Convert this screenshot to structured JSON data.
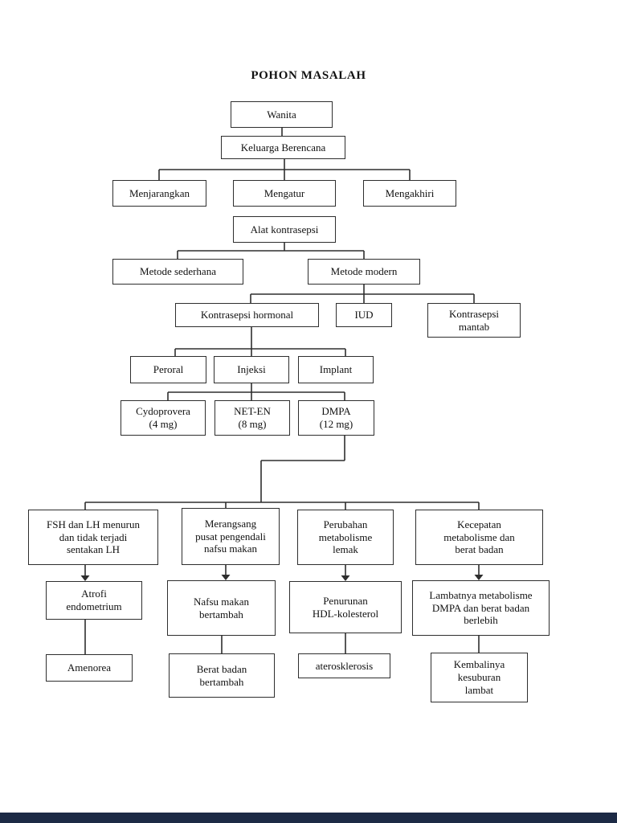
{
  "title": "POHON MASALAH",
  "colors": {
    "page_background": "#ffffff",
    "box_border": "#2e2e2e",
    "connector_line": "#2e2e2e",
    "footer_bar": "#1c2a45"
  },
  "diagram": {
    "nodes": [
      {
        "id": "wanita",
        "label": "Wanita"
      },
      {
        "id": "keluarga-berencana",
        "label": "Keluarga Berencana"
      },
      {
        "id": "menjarangkan",
        "label": "Menjarangkan"
      },
      {
        "id": "mengatur",
        "label": "Mengatur"
      },
      {
        "id": "mengakhiri",
        "label": "Mengakhiri"
      },
      {
        "id": "alat-kontrasepsi",
        "label": "Alat kontrasepsi"
      },
      {
        "id": "metode-sederhana",
        "label": "Metode sederhana"
      },
      {
        "id": "metode-modern",
        "label": "Metode modern"
      },
      {
        "id": "kontrasepsi-hormonal",
        "label": "Kontrasepsi hormonal"
      },
      {
        "id": "iud",
        "label": "IUD"
      },
      {
        "id": "kontrasepsi-mantab",
        "label": "Kontrasepsi\nmantab"
      },
      {
        "id": "peroral",
        "label": "Peroral"
      },
      {
        "id": "injeksi",
        "label": "Injeksi"
      },
      {
        "id": "implant",
        "label": "Implant"
      },
      {
        "id": "cydoprovera",
        "label": "Cydoprovera\n(4 mg)"
      },
      {
        "id": "net-en",
        "label": "NET-EN\n(8 mg)"
      },
      {
        "id": "dmpa",
        "label": "DMPA\n(12 mg)"
      },
      {
        "id": "fsh-lh",
        "label": "FSH dan LH menurun\ndan tidak terjadi\nsentakan LH"
      },
      {
        "id": "merangsang",
        "label": "Merangsang\npusat pengendali\nnafsu makan"
      },
      {
        "id": "perubahan",
        "label": "Perubahan\nmetabolisme\nlemak"
      },
      {
        "id": "kecepatan",
        "label": "Kecepatan\nmetabolisme dan\nberat badan"
      },
      {
        "id": "atrofi",
        "label": "Atrofi\nendometrium"
      },
      {
        "id": "nafsu-makan",
        "label": "Nafsu makan\nbertambah"
      },
      {
        "id": "penurunan-hdl",
        "label": "Penurunan\nHDL-kolesterol"
      },
      {
        "id": "lambatnya",
        "label": "Lambatnya metabolisme\nDMPA dan berat badan\nberlebih"
      },
      {
        "id": "amenorea",
        "label": "Amenorea"
      },
      {
        "id": "berat-badan",
        "label": "Berat badan\nbertambah"
      },
      {
        "id": "aterosklerosis",
        "label": "aterosklerosis"
      },
      {
        "id": "kembalinya",
        "label": "Kembalinya\nkesuburan\nlambat"
      }
    ],
    "edges": [
      {
        "from": "wanita",
        "to": "keluarga-berencana",
        "arrow": false
      },
      {
        "from": "keluarga-berencana",
        "to": "menjarangkan",
        "arrow": false
      },
      {
        "from": "keluarga-berencana",
        "to": "mengatur",
        "arrow": false
      },
      {
        "from": "keluarga-berencana",
        "to": "mengakhiri",
        "arrow": false
      },
      {
        "from": "alat-kontrasepsi",
        "to": "metode-sederhana",
        "arrow": false
      },
      {
        "from": "alat-kontrasepsi",
        "to": "metode-modern",
        "arrow": false
      },
      {
        "from": "metode-modern",
        "to": "kontrasepsi-hormonal",
        "arrow": false
      },
      {
        "from": "metode-modern",
        "to": "iud",
        "arrow": false
      },
      {
        "from": "metode-modern",
        "to": "kontrasepsi-mantab",
        "arrow": false
      },
      {
        "from": "kontrasepsi-hormonal",
        "to": "peroral",
        "arrow": false
      },
      {
        "from": "kontrasepsi-hormonal",
        "to": "injeksi",
        "arrow": false
      },
      {
        "from": "kontrasepsi-hormonal",
        "to": "implant",
        "arrow": false
      },
      {
        "from": "injeksi",
        "to": "cydoprovera",
        "arrow": false
      },
      {
        "from": "injeksi",
        "to": "net-en",
        "arrow": false
      },
      {
        "from": "injeksi",
        "to": "dmpa",
        "arrow": false
      },
      {
        "from": "dmpa",
        "to": "fsh-lh",
        "arrow": false
      },
      {
        "from": "dmpa",
        "to": "merangsang",
        "arrow": false
      },
      {
        "from": "dmpa",
        "to": "perubahan",
        "arrow": false
      },
      {
        "from": "dmpa",
        "to": "kecepatan",
        "arrow": false
      },
      {
        "from": "fsh-lh",
        "to": "atrofi",
        "arrow": true
      },
      {
        "from": "merangsang",
        "to": "nafsu-makan",
        "arrow": true
      },
      {
        "from": "perubahan",
        "to": "penurunan-hdl",
        "arrow": true
      },
      {
        "from": "kecepatan",
        "to": "lambatnya",
        "arrow": true
      },
      {
        "from": "atrofi",
        "to": "amenorea",
        "arrow": false
      },
      {
        "from": "nafsu-makan",
        "to": "berat-badan",
        "arrow": false
      },
      {
        "from": "penurunan-hdl",
        "to": "aterosklerosis",
        "arrow": false
      },
      {
        "from": "lambatnya",
        "to": "kembalinya",
        "arrow": false
      }
    ]
  }
}
